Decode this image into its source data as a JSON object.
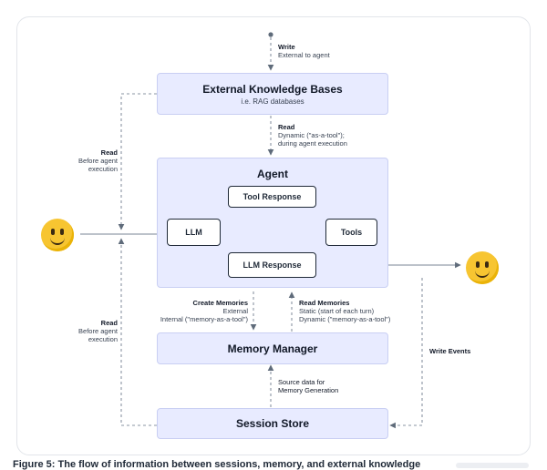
{
  "boxes": {
    "knowledge_title": "External Knowledge Bases",
    "knowledge_sub": "i.e. RAG databases",
    "agent_title": "Agent",
    "tool_response": "Tool Response",
    "llm": "LLM",
    "tools": "Tools",
    "llm_response": "LLM Response",
    "memory_manager": "Memory Manager",
    "session_store": "Session Store"
  },
  "labels": {
    "write_top": {
      "head": "Write",
      "line1": "External to agent"
    },
    "read_dynamic": {
      "head": "Read",
      "line1": "Dynamic (\"as-a-tool\");",
      "line2": "during agent execution"
    },
    "read_left_top": {
      "head": "Read",
      "line1": "Before agent",
      "line2": "execution"
    },
    "read_left_bottom": {
      "head": "Read",
      "line1": "Before agent",
      "line2": "execution"
    },
    "create_memories": {
      "head": "Create Memories",
      "line1": "External",
      "line2": "Internal (\"memory-as-a-tool\")"
    },
    "read_memories": {
      "head": "Read Memories",
      "line1": "Static (start of each turn)",
      "line2": "Dynamic (\"memory-as-a-tool\")"
    },
    "write_events": {
      "head": "Write Events"
    },
    "source_data": {
      "line1": "Source data for",
      "line2": "Memory Generation"
    }
  },
  "icons": [
    "user-emoji-icon",
    "agent-output-emoji-icon"
  ],
  "colors": {
    "box_fill": "#e8ebff",
    "box_border": "#c9cff3",
    "arrow": "#5f6b7a",
    "emoji": "#f7c531"
  },
  "caption": "Figure 5: The flow of information between sessions, memory, and external knowledge"
}
